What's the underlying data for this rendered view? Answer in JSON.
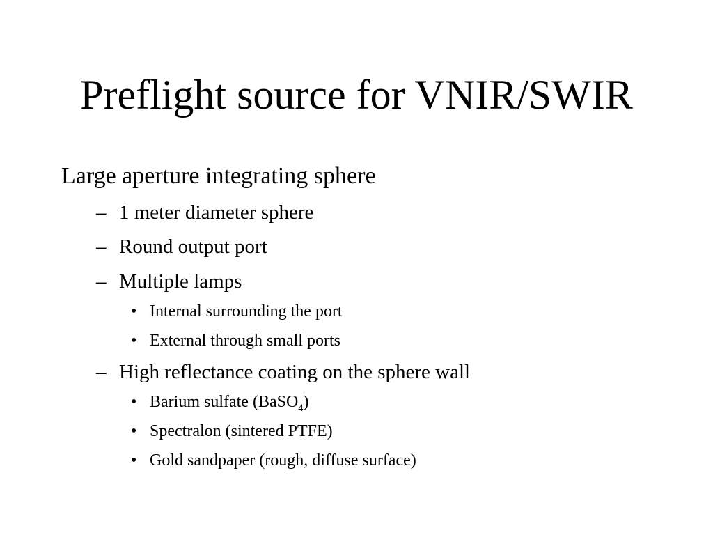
{
  "title": "Preflight source for VNIR/SWIR",
  "items": [
    {
      "level": 1,
      "text": "Large aperture integrating sphere"
    },
    {
      "level": 2,
      "text": "1 meter diameter sphere"
    },
    {
      "level": 2,
      "text": "Round output port"
    },
    {
      "level": 2,
      "text": "Multiple lamps"
    },
    {
      "level": 3,
      "text": "Internal surrounding the port"
    },
    {
      "level": 3,
      "text": "External through small ports"
    },
    {
      "level": 2,
      "text": "High reflectance coating on the sphere wall"
    },
    {
      "level": 3,
      "text": "Barium sulfate (BaSO",
      "sub": "4",
      "after": ")"
    },
    {
      "level": 3,
      "text": "Spectralon (sintered PTFE)"
    },
    {
      "level": 3,
      "text": "Gold sandpaper (rough, diffuse surface)"
    }
  ],
  "markers": {
    "dash": "–",
    "bullet": "•"
  }
}
